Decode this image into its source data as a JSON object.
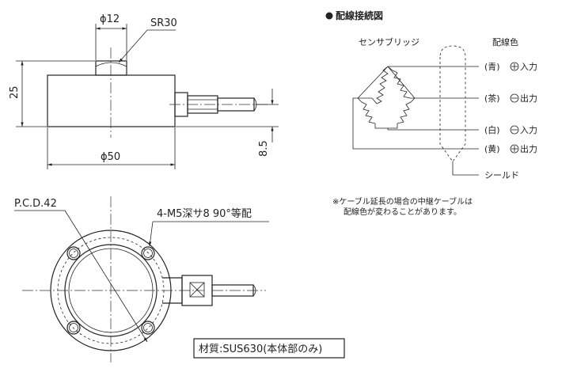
{
  "top_view": {
    "dim_shaft_dia": "ϕ12",
    "dim_sphere_radius": "SR30",
    "dim_height": "25",
    "dim_cable_height": "8.5",
    "dim_body_dia": "ϕ50"
  },
  "front_view": {
    "pcd_label": "P.C.D.42",
    "holes_label": "4-M5深サ8  90°等配",
    "material_label": "材質:SUS630(本体部のみ)"
  },
  "wiring": {
    "title": "配線接続図",
    "bridge_label": "センサブリッジ",
    "color_header": "配線色",
    "wires": [
      {
        "color": "(青)",
        "sign": "+",
        "function": "入力"
      },
      {
        "color": "(茶)",
        "sign": "−",
        "function": "出力"
      },
      {
        "color": "(白)",
        "sign": "−",
        "function": "入力"
      },
      {
        "color": "(黄)",
        "sign": "+",
        "function": "出力"
      }
    ],
    "shield_label": "シールド",
    "note_line1": "※ケーブル延長の場合の中継ケーブルは",
    "note_line2": "配線色が変わることがあります。"
  }
}
